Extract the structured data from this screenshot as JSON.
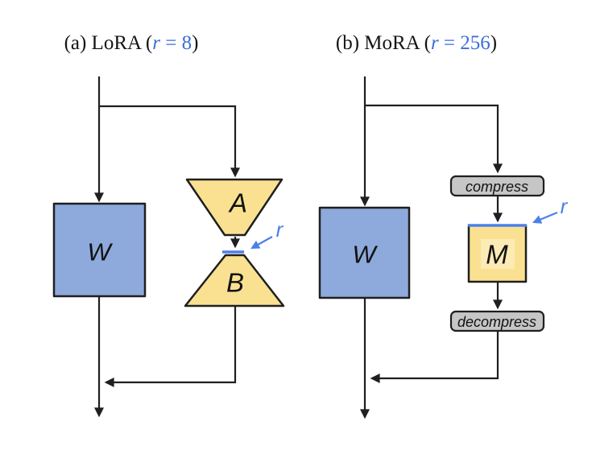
{
  "colors": {
    "line": "#1F1F1F",
    "weight_fill": "#8EA9DB",
    "adapter_fill": "#FAE191",
    "adapter_highlight": "#FCEBB4",
    "operator_fill": "#C6C6C6",
    "accent_blue": "#4B80EA",
    "title_accent": "#3C6EDA"
  },
  "panels": [
    {
      "name": "lora",
      "title": {
        "prefix": "(a) LoRA (",
        "rank_var": "r",
        "equals_value": " = 8",
        "close": ")"
      },
      "weight_label": "W",
      "block_a_label": "A",
      "block_b_label": "B",
      "rank_label": "r"
    },
    {
      "name": "mora",
      "title": {
        "prefix": "(b) MoRA (",
        "rank_var": "r",
        "equals_value": " = 256",
        "close": ")"
      },
      "weight_label": "W",
      "compress_label": "compress",
      "matrix_label": "M",
      "decompress_label": "decompress",
      "rank_label": "r"
    }
  ]
}
